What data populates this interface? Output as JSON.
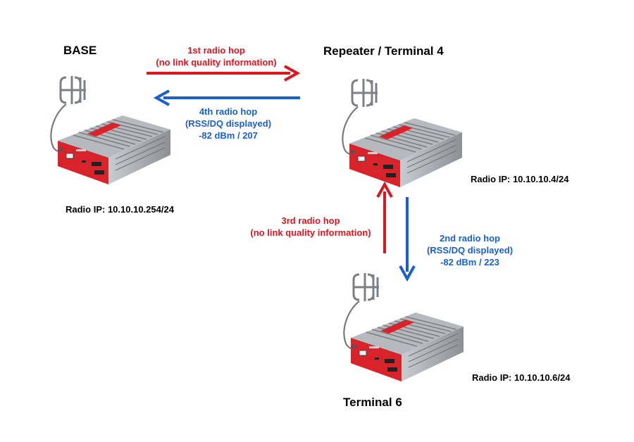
{
  "nodes": {
    "base": {
      "title": "BASE",
      "ip": "Radio IP: 10.10.10.254/24"
    },
    "repeater": {
      "title": "Repeater / Terminal 4",
      "ip": "Radio IP: 10.10.10.4/24"
    },
    "terminal6": {
      "title": "Terminal 6",
      "ip": "Radio IP: 10.10.10.6/24"
    }
  },
  "hops": {
    "hop1": {
      "line1": "1st radio hop",
      "line2": "(no link quality information)"
    },
    "hop2": {
      "line1": "2nd radio hop",
      "line2": "(RSS/DQ displayed)",
      "line3": "-82 dBm / 223"
    },
    "hop3": {
      "line1": "3rd radio hop",
      "line2": "(no link quality information)"
    },
    "hop4": {
      "line1": "4th radio hop",
      "line2": "(RSS/DQ displayed)",
      "line3": "-82 dBm / 207"
    }
  },
  "colors": {
    "red_hop": "#e0141e",
    "blue_hop": "#1a5fd0",
    "device_red": "#d8232a",
    "device_gray": "#8f9396"
  }
}
